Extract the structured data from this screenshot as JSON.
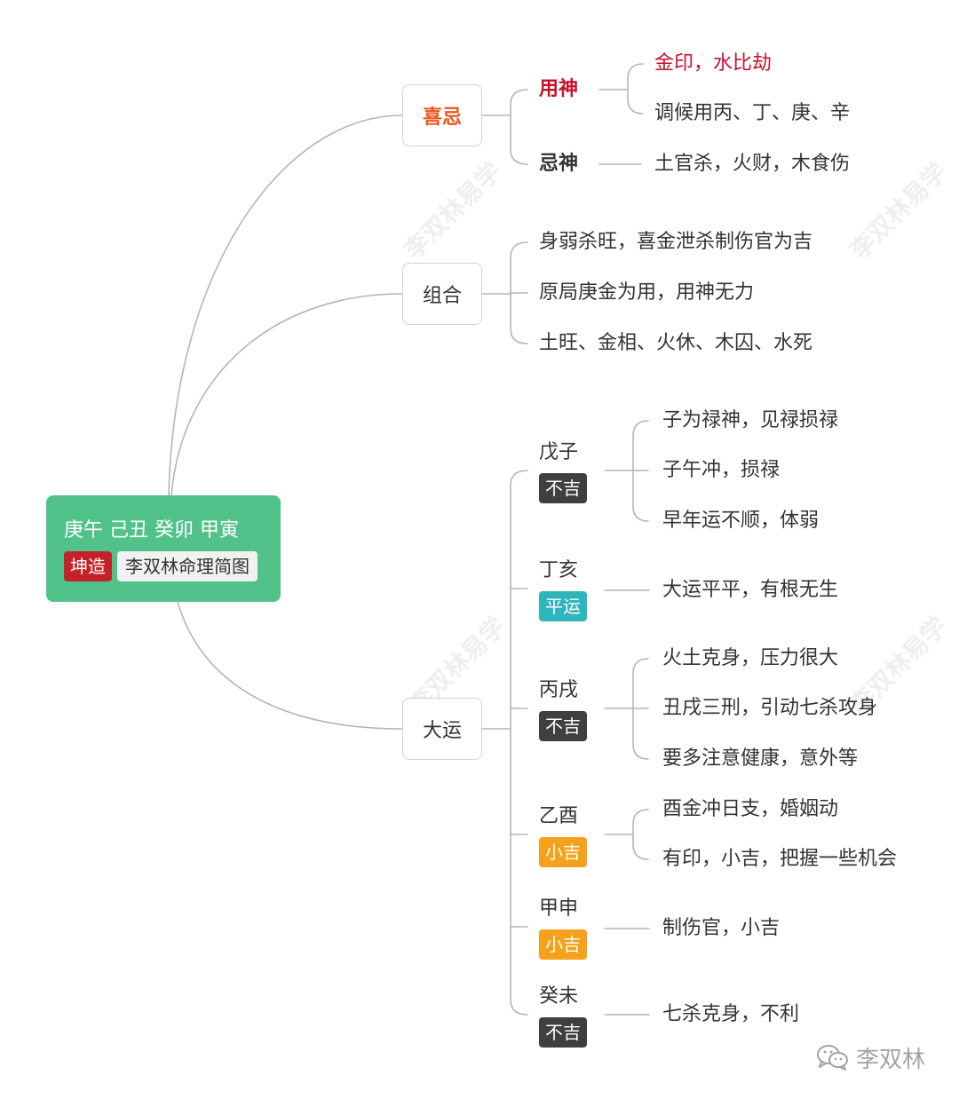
{
  "root": {
    "title": "庚午 己丑 癸卯 甲寅",
    "tag": "坤造",
    "caption": "李双林命理简图"
  },
  "xiji": {
    "label": "喜忌",
    "yongshen": {
      "label": "用神",
      "items": [
        "金印，水比劫",
        "调候用丙、丁、庚、辛"
      ]
    },
    "jishen": {
      "label": "忌神",
      "items": [
        "土官杀，火财，木食伤"
      ]
    }
  },
  "zuhe": {
    "label": "组合",
    "items": [
      "身弱杀旺，喜金泄杀制伤官为吉",
      "原局庚金为用，用神无力",
      "土旺、金相、火休、木囚、水死"
    ]
  },
  "dayun": {
    "label": "大运",
    "periods": [
      {
        "name": "戊子",
        "rating": "不吉",
        "notes": [
          "子为禄神，见禄损禄",
          "子午冲，损禄",
          "早年运不顺，体弱"
        ]
      },
      {
        "name": "丁亥",
        "rating": "平运",
        "notes": [
          "大运平平，有根无生"
        ]
      },
      {
        "name": "丙戌",
        "rating": "不吉",
        "notes": [
          "火土克身，压力很大",
          "丑戌三刑，引动七杀攻身",
          "要多注意健康，意外等"
        ]
      },
      {
        "name": "乙酉",
        "rating": "小吉",
        "notes": [
          "酉金冲日支，婚姻动",
          "有印，小吉，把握一些机会"
        ]
      },
      {
        "name": "甲申",
        "rating": "小吉",
        "notes": [
          "制伤官，小吉"
        ]
      },
      {
        "name": "癸未",
        "rating": "不吉",
        "notes": [
          "七杀克身，不利"
        ]
      }
    ]
  },
  "watermark": {
    "text": "李双林易学",
    "account": "李双林",
    "icon": "wechat-icon"
  },
  "colors": {
    "root_bg": "#52c28b",
    "tag_bg": "#c4222b",
    "caption_bg": "#f1f1f1",
    "xiji_label": "#e8571f",
    "highlight_red": "#c8102e",
    "rating_bad": "#3f3f3f",
    "rating_flat": "#2fb5bd",
    "rating_good": "#f5a11b",
    "connector": "#b5b5b5",
    "text": "#333333"
  }
}
